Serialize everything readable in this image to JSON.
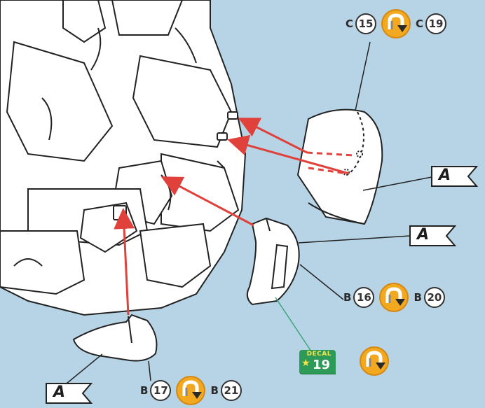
{
  "callouts": {
    "top_left": {
      "letter": "C",
      "num": "15"
    },
    "top_right": {
      "letter": "C",
      "num": "19"
    },
    "mid_left": {
      "letter": "B",
      "num": "16"
    },
    "mid_right": {
      "letter": "B",
      "num": "20"
    },
    "bottom_left": {
      "letter": "B",
      "num": "17"
    },
    "bottom_right": {
      "letter": "B",
      "num": "21"
    }
  },
  "part_flags": {
    "upper": "A",
    "middle": "A",
    "lower": "A"
  },
  "decal": {
    "word": "DECAL",
    "num": "19"
  },
  "icons": [
    "rotate-icon",
    "part-flag-icon",
    "decal-badge",
    "star-icon"
  ],
  "colors": {
    "background": "#b7d4e6",
    "arrow": "#e0413a",
    "rotate_icon": "#f2a81f",
    "decal_green": "#2e9a57",
    "leader_line_green": "#3aa57a"
  }
}
